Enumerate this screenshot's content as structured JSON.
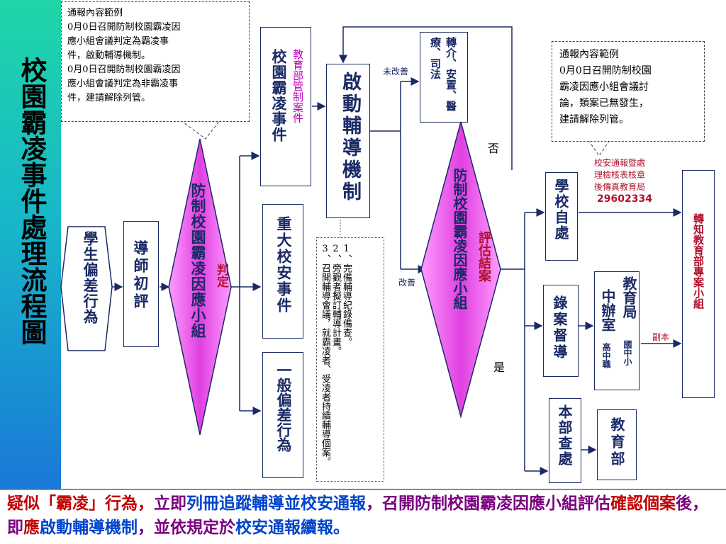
{
  "title": "校園霸凌事件處理流程圖",
  "nodes": {
    "student": "學生偏差行為",
    "tutor": "導師初評",
    "diamond1": "防制校園霸凌因應小組",
    "diamond1_side": "判定",
    "ministry_case": "校園霸凌事件",
    "ministry_case_side": "教育部管制案件",
    "major": "重大校安事件",
    "general": "一般偏差行為",
    "counsel": "啟動輔導機制",
    "placement": "轉介、安置、醫療、司法",
    "diamond2": "防制校園霸凌因應小組",
    "diamond2_side": "評估結案",
    "school_self": "學校自處",
    "record": "錄案督導",
    "office_title": "中辦室",
    "office_bureau": "教育局",
    "office_sub1": "國中小",
    "office_sub2": "高中職",
    "ministry_check": "本部查處",
    "edu_ministry": "教育部",
    "transfer": "轉知教育部專案小組"
  },
  "notes": {
    "note1": [
      "通報內容範例",
      "0月0日召開防制校園霸凌因",
      "應小組會議判定為霸凌事",
      "件，啟動輔導機制。",
      "0月0日召開防制校園霸凌因",
      "應小組會議判定為非霸凌事",
      "件，建請解除列管。"
    ],
    "note2": [
      "通報內容範例",
      "0月0日召開防制校園",
      "霸凌因應小組會議討",
      "論，類案已無發生，",
      "建請解除列管。"
    ],
    "counsel_note": [
      "1、完備輔導紀錄備查。",
      "2、旁觀者擬訂輔導計畫。",
      "3、召開輔導會議，就霸凌者、受凌者持續輔導個案。"
    ]
  },
  "labels": {
    "not_improved": "未改善",
    "improved": "改善",
    "no": "否",
    "yes": "是",
    "copy": "副本",
    "fax_line1": "校安通報暨處",
    "fax_line2": "理檢核表核章",
    "fax_line3": "後傳真教育局",
    "fax_number": "29602334"
  },
  "bottom": {
    "seg1": "疑似「",
    "seg2": "霸凌",
    "seg3": "」行為，",
    "seg4": "立即",
    "seg5": "列冊追蹤輔導並校安通報",
    "seg6": "，召開防制校園霸凌因應小組評估",
    "seg7": "確認個案",
    "seg8": "後，即",
    "seg9": "應",
    "seg10": "啟動輔導機制",
    "seg11": "，並依規定於",
    "seg12": "校安通報續報",
    "seg13": "。"
  },
  "colors": {
    "navy": "#1a2a66",
    "magenta": "#c000c0",
    "dark_red": "#b00030",
    "diamond_fill": "#f070f0"
  }
}
